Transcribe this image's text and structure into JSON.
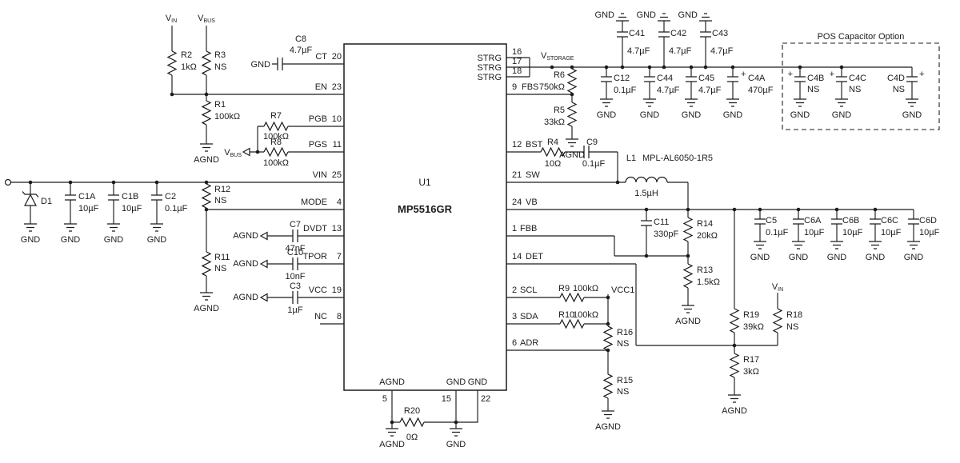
{
  "ic": {
    "ref": "U1",
    "part": "MP5516GR"
  },
  "pins": {
    "ct": {
      "name": "CT",
      "num": "20"
    },
    "en": {
      "name": "EN",
      "num": "23"
    },
    "pgb": {
      "name": "PGB",
      "num": "10"
    },
    "pgs": {
      "name": "PGS",
      "num": "11"
    },
    "vin": {
      "name": "VIN",
      "num": "25"
    },
    "mode": {
      "name": "MODE",
      "num": "4"
    },
    "dvdt": {
      "name": "DVDT",
      "num": "13"
    },
    "tpor": {
      "name": "TPOR",
      "num": "7"
    },
    "vcc": {
      "name": "VCC",
      "num": "19"
    },
    "nc": {
      "name": "NC",
      "num": "8"
    },
    "strg1": {
      "name": "STRG",
      "num": "16"
    },
    "strg2": {
      "name": "STRG",
      "num": "17"
    },
    "strg3": {
      "name": "STRG",
      "num": "18"
    },
    "fbs": {
      "name": "FBS",
      "num": "9"
    },
    "bst": {
      "name": "BST",
      "num": "12"
    },
    "sw": {
      "name": "SW",
      "num": "21"
    },
    "vb": {
      "name": "VB",
      "num": "24"
    },
    "fbb": {
      "name": "FBB",
      "num": "1"
    },
    "det": {
      "name": "DET",
      "num": "14"
    },
    "scl": {
      "name": "SCL",
      "num": "2"
    },
    "sda": {
      "name": "SDA",
      "num": "3"
    },
    "adr": {
      "name": "ADR",
      "num": "6"
    },
    "agnd": {
      "name": "AGND",
      "num": "5"
    },
    "gnd1": {
      "name": "GND",
      "num": "15"
    },
    "gnd2": {
      "name": "GND",
      "num": "22"
    }
  },
  "components": {
    "R1": {
      "ref": "R1",
      "value": "100kΩ"
    },
    "R2": {
      "ref": "R2",
      "value": "1kΩ"
    },
    "R3": {
      "ref": "R3",
      "value": "NS"
    },
    "R4": {
      "ref": "R4",
      "value": "10Ω"
    },
    "R5": {
      "ref": "R5",
      "value": "33kΩ"
    },
    "R6": {
      "ref": "R6",
      "value": "750kΩ"
    },
    "R7": {
      "ref": "R7",
      "value": "100kΩ"
    },
    "R8": {
      "ref": "R8",
      "value": "100kΩ"
    },
    "R9": {
      "ref": "R9",
      "value": "100kΩ"
    },
    "R10": {
      "ref": "R10",
      "value": "100kΩ"
    },
    "R11": {
      "ref": "R11",
      "value": "NS"
    },
    "R12": {
      "ref": "R12",
      "value": "NS"
    },
    "R13": {
      "ref": "R13",
      "value": "1.5kΩ"
    },
    "R14": {
      "ref": "R14",
      "value": "20kΩ"
    },
    "R15": {
      "ref": "R15",
      "value": "NS"
    },
    "R16": {
      "ref": "R16",
      "value": "NS"
    },
    "R17": {
      "ref": "R17",
      "value": "3kΩ"
    },
    "R18": {
      "ref": "R18",
      "value": "NS"
    },
    "R19": {
      "ref": "R19",
      "value": "39kΩ"
    },
    "R20": {
      "ref": "R20",
      "value": "0Ω"
    },
    "C1A": {
      "ref": "C1A",
      "value": "10µF"
    },
    "C1B": {
      "ref": "C1B",
      "value": "10µF"
    },
    "C2": {
      "ref": "C2",
      "value": "0.1µF"
    },
    "C3": {
      "ref": "C3",
      "value": "1µF"
    },
    "C5": {
      "ref": "C5",
      "value": "0.1µF"
    },
    "C6A": {
      "ref": "C6A",
      "value": "10µF"
    },
    "C6B": {
      "ref": "C6B",
      "value": "10µF"
    },
    "C6C": {
      "ref": "C6C",
      "value": "10µF"
    },
    "C6D": {
      "ref": "C6D",
      "value": "10µF"
    },
    "C7": {
      "ref": "C7",
      "value": "47nF"
    },
    "C8": {
      "ref": "C8",
      "value": "4.7µF"
    },
    "C9": {
      "ref": "C9",
      "value": "0.1µF"
    },
    "C10": {
      "ref": "C10",
      "value": "10nF"
    },
    "C11": {
      "ref": "C11",
      "value": "330pF"
    },
    "C12": {
      "ref": "C12",
      "value": "0.1µF"
    },
    "C41": {
      "ref": "C41",
      "value": "4.7µF"
    },
    "C42": {
      "ref": "C42",
      "value": "4.7µF"
    },
    "C43": {
      "ref": "C43",
      "value": "4.7µF"
    },
    "C44": {
      "ref": "C44",
      "value": "4.7µF"
    },
    "C45": {
      "ref": "C45",
      "value": "4.7µF"
    },
    "C4A": {
      "ref": "C4A",
      "value": "470µF"
    },
    "C4B": {
      "ref": "C4B",
      "value": "NS"
    },
    "C4C": {
      "ref": "C4C",
      "value": "NS"
    },
    "C4D": {
      "ref": "C4D",
      "value": "NS"
    },
    "D1": {
      "ref": "D1"
    },
    "L1": {
      "ref": "L1",
      "part": "MPL-AL6050-1R5",
      "value": "1.5µH"
    }
  },
  "nets": {
    "gnd": "GND",
    "agnd": "AGND",
    "vcc1": "VCC1",
    "plus": "+",
    "vin": {
      "main": "V",
      "sub": "IN"
    },
    "vbus": {
      "main": "V",
      "sub": "BUS"
    },
    "vstorage": {
      "main": "V",
      "sub": "STORAGE"
    }
  },
  "pos_box": {
    "title": "POS Capacitor Option"
  }
}
